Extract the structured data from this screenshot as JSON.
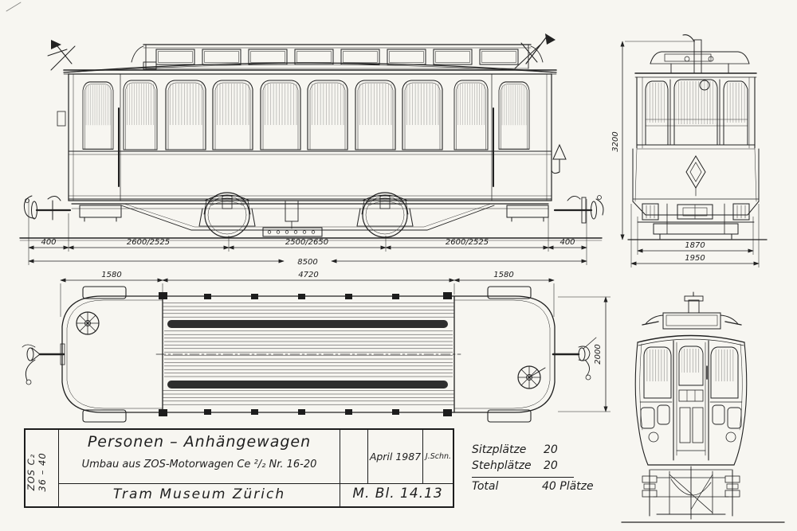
{
  "paper": {
    "background": "#f7f6f1",
    "ink": "#1f1f1f"
  },
  "title_block": {
    "series": "ZOS C₂",
    "numbers": "36 – 40",
    "title": "Personen – Anhängewagen",
    "subtitle": "Umbau aus ZOS-Motorwagen Ce ²/₂ Nr. 16-20",
    "organization": "Tram Museum Zürich",
    "date": "April 1987",
    "initials": "J.Schn.",
    "sheet_number": "M. Bl. 14.13"
  },
  "capacity": {
    "rows": [
      {
        "label": "Sitzplätze",
        "value": "20"
      },
      {
        "label": "Stehplätze",
        "value": "20"
      }
    ],
    "total_label": "Total",
    "total_value": "40 Plätze"
  },
  "dimensions": {
    "side": {
      "overhang_left": "400",
      "left_section": "2600/2525",
      "wheelbase": "2500/2650",
      "right_section": "2600/2525",
      "overhang_right": "400",
      "overall_length": "8500"
    },
    "plan": {
      "platform_left": "1580",
      "saloon_length": "4720",
      "platform_right": "1580",
      "body_width": "2000"
    },
    "end": {
      "overall_height": "3200",
      "body_width": "1870",
      "overall_width": "1950"
    }
  }
}
